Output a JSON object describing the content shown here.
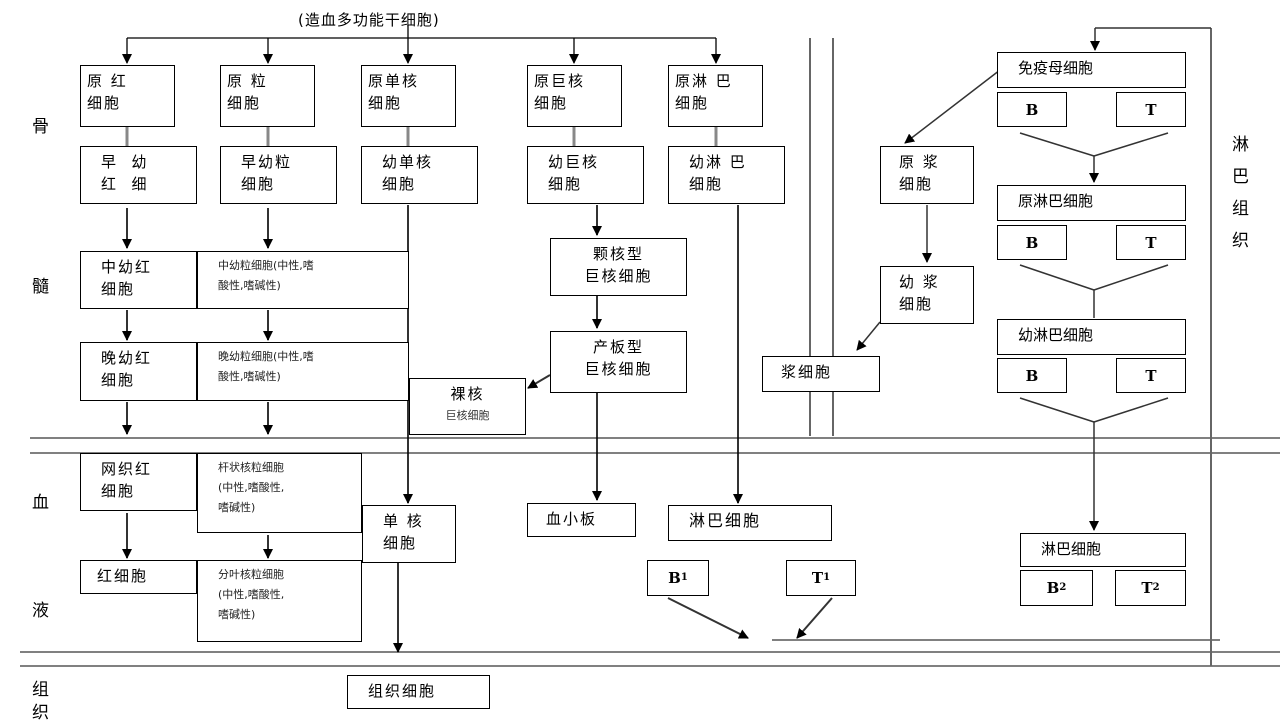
{
  "title": "(造血多功能干细胞)",
  "regions": {
    "bone": "骨",
    "marrow": "髓",
    "blood": "血",
    "liquid": "液",
    "tissue1": "组",
    "tissue2": "织",
    "lymph": [
      "淋",
      "巴",
      "组",
      "织"
    ]
  },
  "boxes": {
    "proerythroblast": [
      "原 红",
      "细胞"
    ],
    "myeloblast": [
      "原 粒",
      "细胞"
    ],
    "monoblast": [
      "原单核",
      "细胞"
    ],
    "megakaryoblast": [
      "原巨核",
      "细胞"
    ],
    "lymphoblast": [
      "原淋 巴",
      "细胞"
    ],
    "early_erythroblast": [
      "早  幼",
      "红  细"
    ],
    "promyelocyte": [
      "早幼粒",
      "细胞"
    ],
    "promonocyte": [
      "幼单核",
      "细胞"
    ],
    "promegakaryocyte": [
      "幼巨核",
      "细胞"
    ],
    "prolymphocyte": [
      "幼淋 巴",
      "细胞"
    ],
    "granular_megakaryocyte": [
      "颗核型",
      "巨核细胞"
    ],
    "platelet_megakaryocyte": [
      "产板型",
      "巨核细胞"
    ],
    "naked_nucleus": [
      "裸核",
      "巨核细胞"
    ],
    "mid_erythroblast": [
      "中幼红",
      "细胞"
    ],
    "myelocyte": [
      "中幼粒细胞(中性,嗜",
      "酸性,嗜碱性)"
    ],
    "late_erythroblast": [
      "晚幼红",
      "细胞"
    ],
    "metamyelocyte": [
      "晚幼粒细胞(中性,嗜",
      "酸性,嗜碱性)"
    ],
    "reticulocyte": [
      "网织红",
      "细胞"
    ],
    "band_cell": [
      "杆状核粒细胞",
      "(中性,嗜酸性,",
      "嗜碱性)"
    ],
    "monocyte": [
      "单 核",
      "细胞"
    ],
    "platelet": "血小板",
    "lymphocyte": "淋巴细胞",
    "rbc": "红细胞",
    "segmented": [
      "分叶核粒细胞",
      "(中性,嗜酸性,",
      "嗜碱性)"
    ],
    "tissue_cell": "组织细胞",
    "plasmablast": [
      "原 浆",
      "细胞"
    ],
    "proplasmacyte": [
      "幼 浆",
      "细胞"
    ],
    "plasma_cell": "浆细胞",
    "immune_mother": "免疫母细胞",
    "lymphoblast_r": "原淋巴细胞",
    "prolymphocyte_r": "幼淋巴细胞",
    "lymphocyte_r": "淋巴细胞",
    "b": "B",
    "t": "T",
    "b1": "B",
    "t1": "T",
    "b2": "B",
    "t2": "T",
    "sub1": "1",
    "sub2": "2"
  }
}
